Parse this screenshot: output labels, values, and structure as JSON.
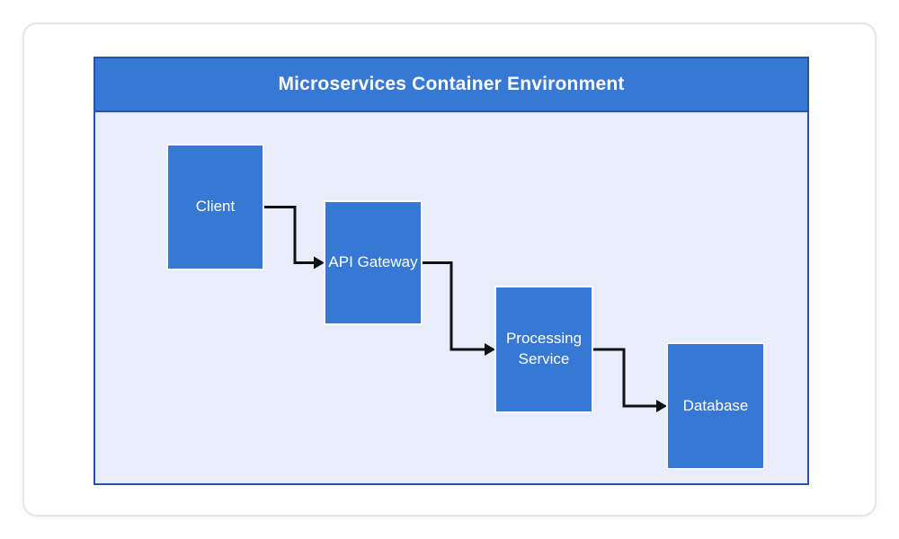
{
  "diagram": {
    "title": "Microservices Container Environment",
    "nodes": [
      {
        "id": "client",
        "label": "Client"
      },
      {
        "id": "api-gateway",
        "label": "API Gateway"
      },
      {
        "id": "processing-service",
        "label": "Processing Service"
      },
      {
        "id": "database",
        "label": "Database"
      }
    ],
    "edges": [
      {
        "from": "client",
        "to": "api-gateway"
      },
      {
        "from": "api-gateway",
        "to": "processing-service"
      },
      {
        "from": "processing-service",
        "to": "database"
      }
    ],
    "colors": {
      "header_fill": "#3778d4",
      "container_border": "#2a52a8",
      "body_fill": "#e8ecfb",
      "node_fill": "#3778d4",
      "node_text": "#ffffff",
      "title_text": "#ffffff",
      "arrow": "#111111",
      "card_background": "#ffffff",
      "card_border": "#e4e5e9"
    }
  }
}
